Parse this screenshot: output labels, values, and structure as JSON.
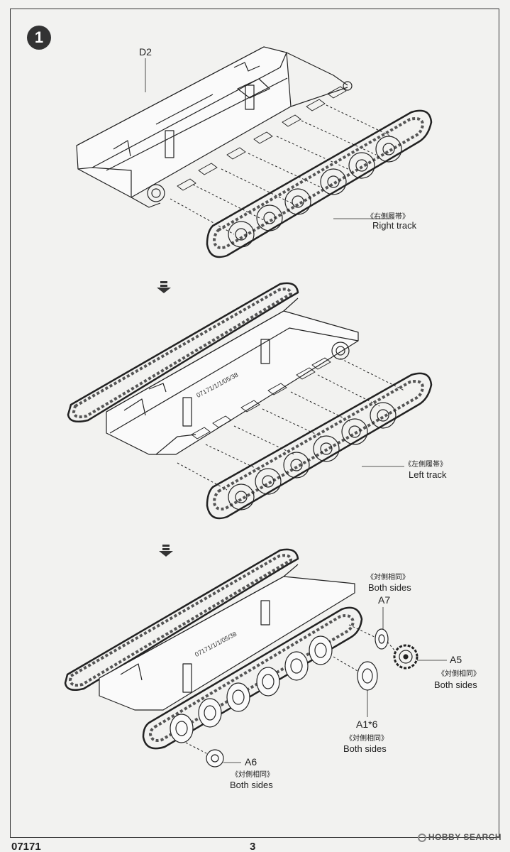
{
  "step": {
    "number": "1"
  },
  "labels": {
    "d2": "D2",
    "right_track_cn": "《右側履帯》",
    "right_track_en": "Right track",
    "left_track_cn": "《左側履帯》",
    "left_track_en": "Left track",
    "a7": "A7",
    "a7_cn": "《対側相同》",
    "a7_en": "Both sides",
    "a5": "A5",
    "a5_cn": "《対側相同》",
    "a5_en": "Both sides",
    "a1": "A1*6",
    "a1_cn": "《対側相同》",
    "a1_en": "Both sides",
    "a6": "A6",
    "a6_cn": "《対側相同》",
    "a6_en": "Both sides"
  },
  "footer": {
    "product_code": "07171",
    "page_number": "3"
  },
  "watermark": {
    "text": "HOBBY SEARCH"
  }
}
